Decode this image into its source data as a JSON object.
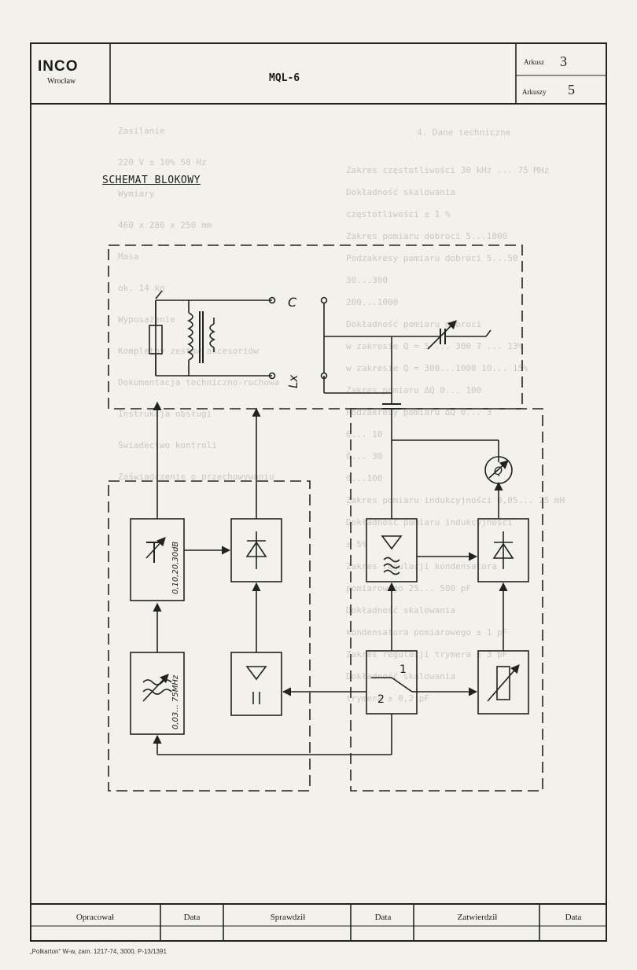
{
  "header": {
    "company": "INCO",
    "city": "Wrocław",
    "document_code": "MQL-6",
    "sheet_label": "Arkusz",
    "sheet_number": "3",
    "sheets_label": "Arkuszy",
    "sheets_count": "5"
  },
  "title": "SCHEMAT BLOKOWY",
  "bleed_through": {
    "heading": "4. Dane techniczne",
    "lines": [
      "Zakres częstotliwości        30 kHz ... 75 MHz",
      "Dokładność skalowania",
      "częstotliwości                  ± 1 %",
      "Zakres pomiaru dobroci       5...1000",
      "Podzakresy pomiaru dobroci   5...50",
      "30...300",
      "200...1000",
      "Dokładność pomiaru dobroci",
      "w zakresie  Q = 5 ... 300        7 ... 13%",
      "w zakresie  Q = 300...1000       10... 15%",
      "Zakres pomiaru ΔQ               0... 100",
      "Podzakresy pomiaru ΔQ          0... 3",
      "0... 10",
      "0... 30",
      "0...100",
      "Zakres pomiaru indukcyjności 0,05... 25 mH",
      "Dokładność pomiaru indukcyjności",
      "± 5%",
      "Zakres regulacji kondensatora",
      "pomiarowego                 25... 500 pF",
      "Dokładność skalowania",
      "kondensatora pomiarowego     ± 1 pF",
      "Zakres regulacji trymera      ± 3 pF",
      "Dokładność skalowania",
      "trymera                         ± 0,2 pF"
    ],
    "right_column": [
      "Zasilanie",
      "220 V ± 10% 50 Hz",
      "Wymiary",
      "460 x 280 x 250 mm",
      "Masa",
      "ok. 14 kg",
      "Wyposażenie",
      "Kompletny zestaw akcesoriów",
      "Dokumentacja techniczno-ruchowa",
      "Instrukcja obsługi",
      "Świadectwo kontroli",
      "Zaświadczenie o przechowywaniu"
    ]
  },
  "diagram": {
    "labels": {
      "capacitor_c": "C",
      "inductor_lx": "Lx",
      "attenuator": "0,10,20,30dB",
      "oscillator_range": "0,03... 75MHz",
      "meter": "Q",
      "switch_1": "1",
      "switch_2": "2"
    }
  },
  "footer": {
    "prepared": "Opracował",
    "date1": "Data",
    "checked": "Sprawdził",
    "date2": "Data",
    "approved": "Zatwierdził",
    "date3": "Data"
  },
  "caption": "„Polkarton\" W-w, zam. 1217-74, 3000, P-13/1391"
}
